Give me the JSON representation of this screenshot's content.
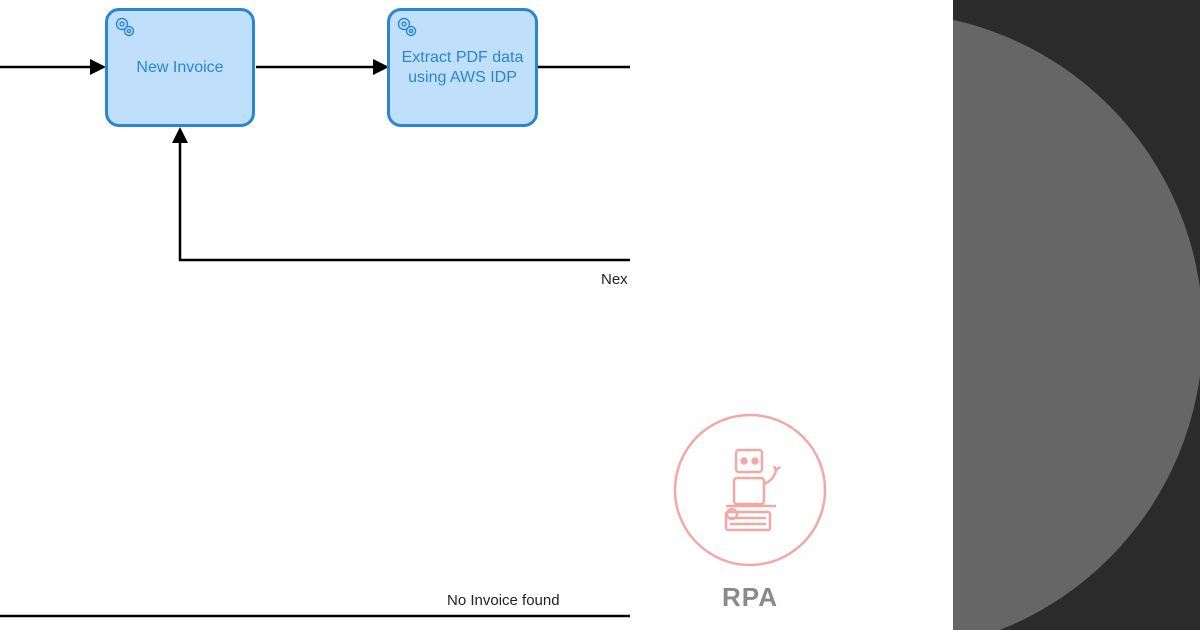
{
  "diagram": {
    "tasks": [
      {
        "label": "New Invoice",
        "icon": "gear-icon"
      },
      {
        "label": "Extract PDF data using AWS IDP",
        "icon": "gear-icon"
      }
    ],
    "edge_labels": {
      "next": "Nex",
      "no_invoice": "No Invoice found"
    }
  },
  "logo": {
    "label": "RPA",
    "icon": "robot-icon",
    "color": "#f2a9a6"
  },
  "colors": {
    "task_fill": "#bfdffa",
    "task_border": "#2a86d1",
    "panel_dark": "#2b2b2b",
    "circle": "#666666"
  }
}
